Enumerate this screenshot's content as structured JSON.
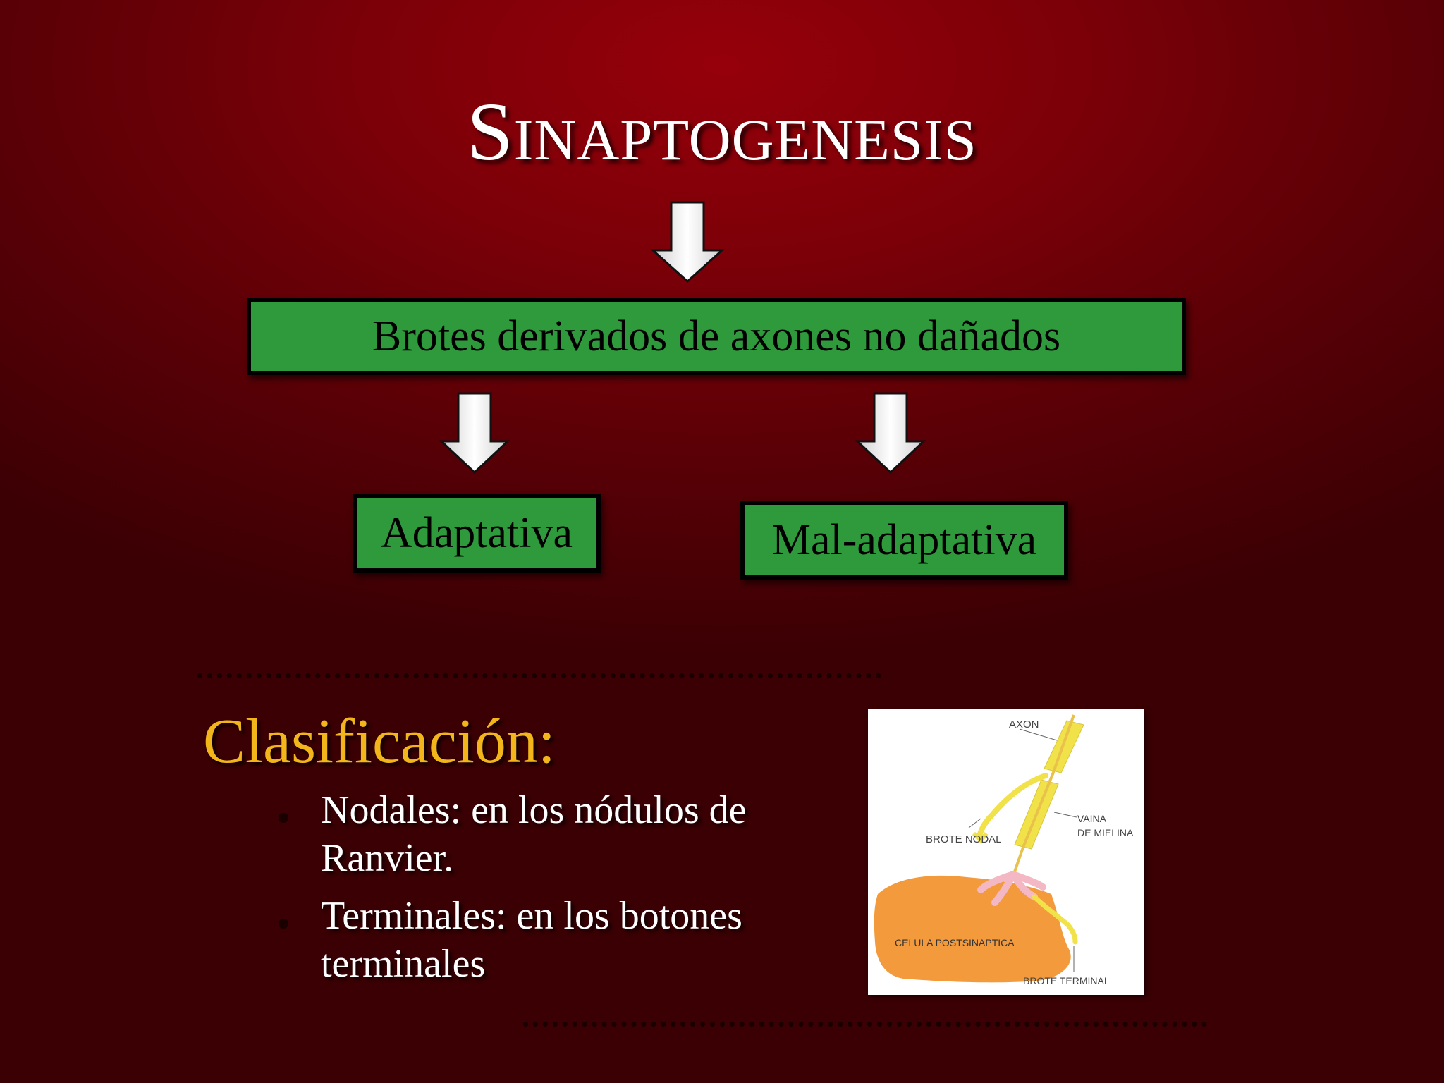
{
  "slide": {
    "title": "Sinaptogenesis",
    "top_box": "Brotes derivados de axones no dañados",
    "left_box": "Adaptativa",
    "right_box": "Mal-adaptativa",
    "heading": "Clasificación:",
    "bullets": [
      {
        "line1": "Nodales: en los nódulos  de",
        "line2": "Ranvier."
      },
      {
        "line1": "Terminales: en los botones",
        "line2": "terminales"
      }
    ]
  },
  "figure": {
    "labels": {
      "axon": "AXON",
      "vaina_1": "VAINA",
      "vaina_2": "DE MIELINA",
      "brote_nodal": "BROTE NODAL",
      "celula": "CELULA POSTSINAPTICA",
      "brote_terminal": "BROTE TERMINAL"
    }
  },
  "colors": {
    "background": "#7a0008",
    "box_fill": "#2f9a3c",
    "heading": "#f2b61a",
    "myelin": "#f2e24a",
    "cell": "#f29a3c",
    "sprout_pink": "#f4b8c4"
  },
  "icons": [
    "down-arrow-icon",
    "bullet-dot-icon"
  ]
}
